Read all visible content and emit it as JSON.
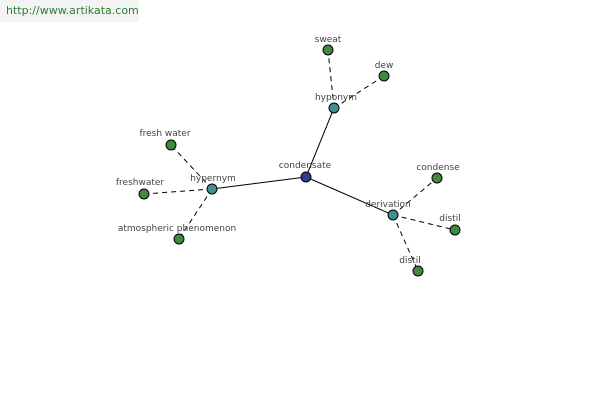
{
  "watermark": {
    "text": "http://www.artikata.com"
  },
  "colors": {
    "center": "#2e3d8f",
    "relation": "#3f8f94",
    "leaf": "#3f8a3f",
    "edge": "#000000",
    "watermark_text": "#2e7d32"
  },
  "nodes": {
    "center": {
      "label": "condensate"
    },
    "hyponym": {
      "label": "hyponym"
    },
    "hypernym": {
      "label": "hypernym"
    },
    "derivation": {
      "label": "derivation"
    },
    "sweat": {
      "label": "sweat"
    },
    "dew": {
      "label": "dew"
    },
    "fresh_water": {
      "label": "fresh water"
    },
    "freshwater": {
      "label": "freshwater"
    },
    "atmospheric_phenomenon": {
      "label": "atmospheric phenomenon"
    },
    "condense": {
      "label": "condense"
    },
    "distil_right": {
      "label": "distil"
    },
    "distil_bottom": {
      "label": "distil"
    }
  }
}
